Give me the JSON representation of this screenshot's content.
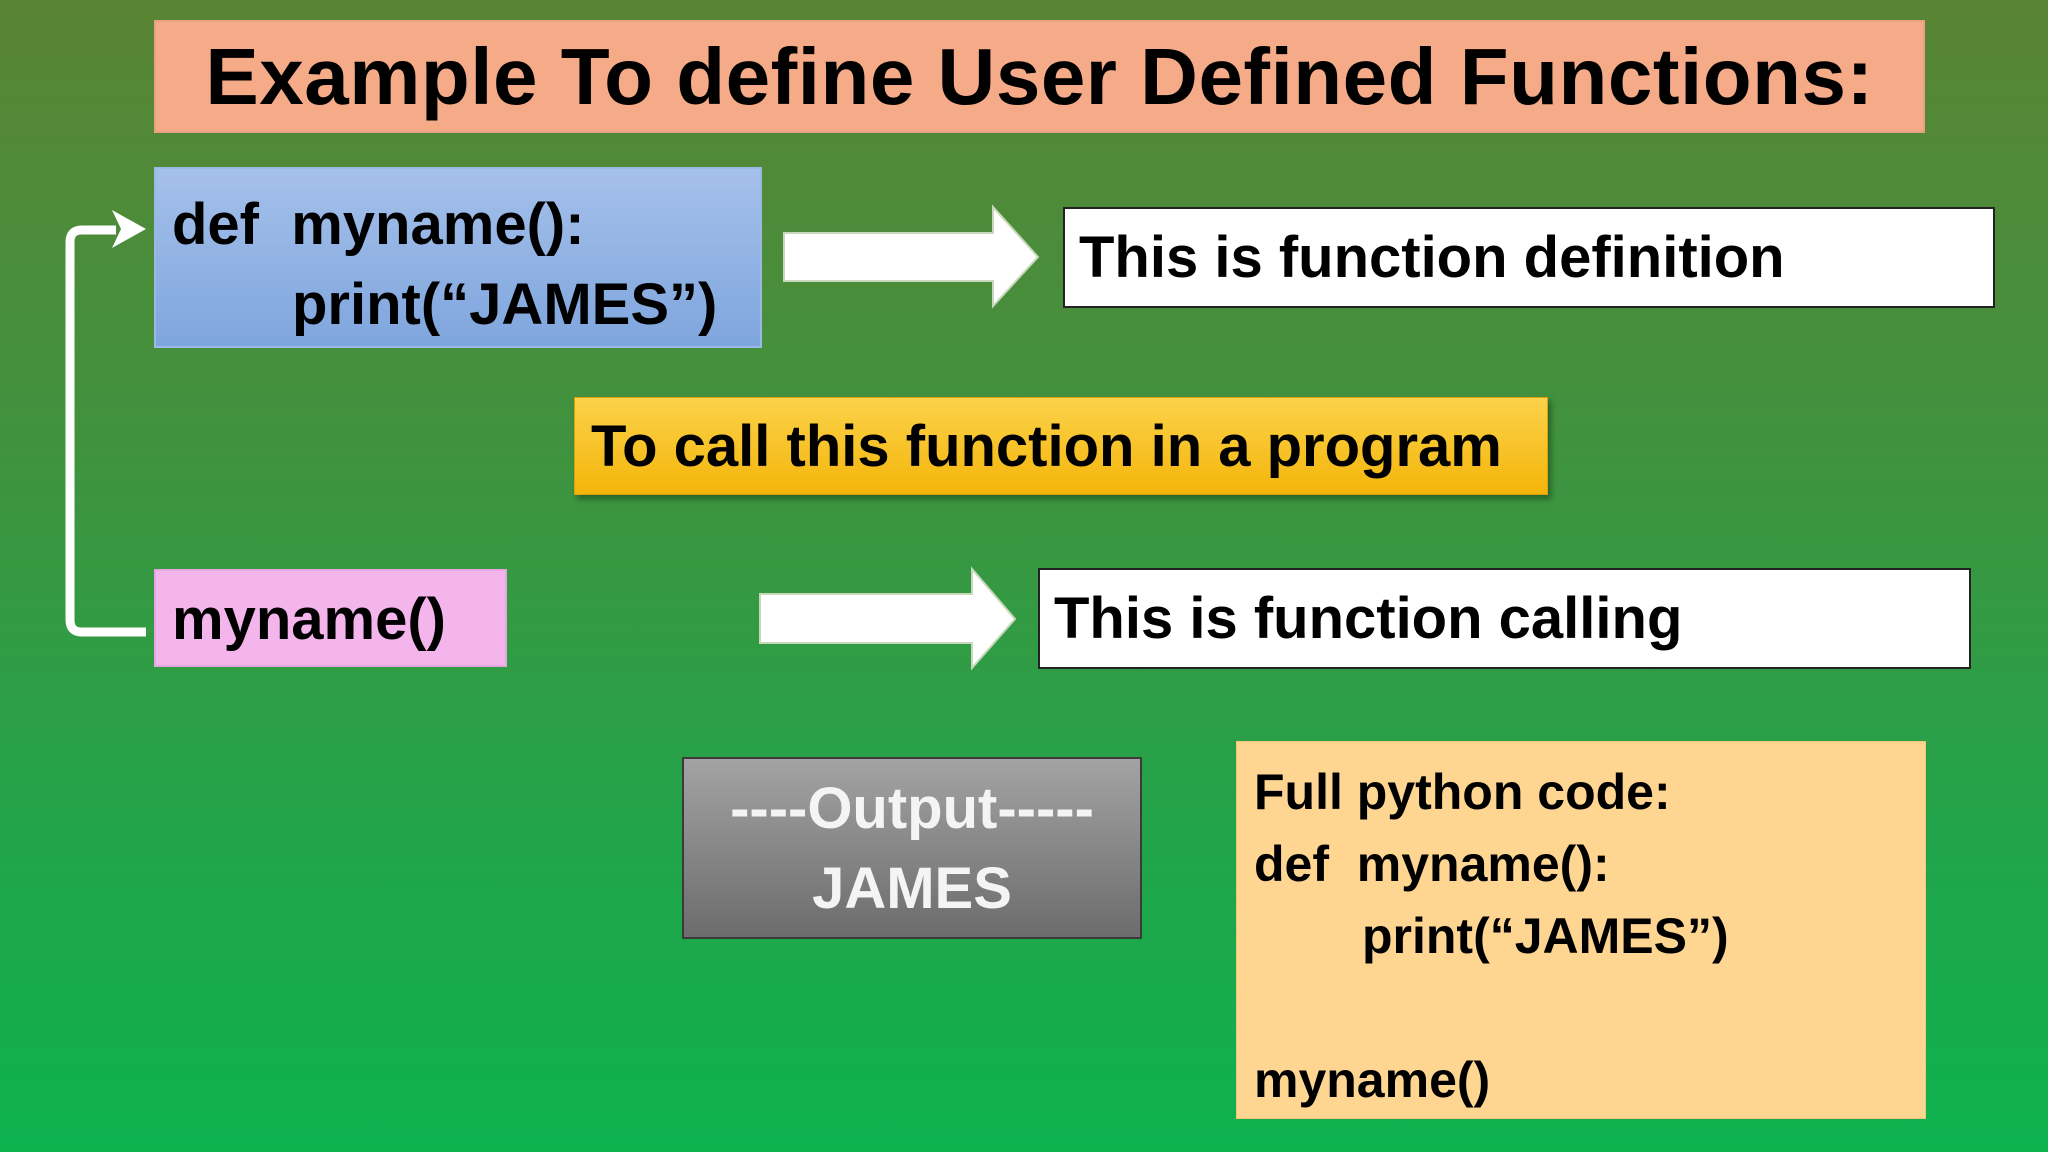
{
  "title": "Example To define User Defined Functions:",
  "definition_box": {
    "line1": "def  myname():",
    "line2": "print(“JAMES”)"
  },
  "definition_note": "This is function definition",
  "call_instruction": "To call this function in a program",
  "call_box": "myname()",
  "call_note": "This is function calling",
  "output_box": {
    "line1": "----Output-----",
    "line2": "JAMES"
  },
  "full_code_box": {
    "heading": "Full python code:",
    "line1": "def  myname():",
    "line2": "print(“JAMES”)",
    "line3": "myname()"
  },
  "colors": {
    "title_bg": "#f5aa88",
    "definition_bg": "#8fb1e3",
    "call_bg": "#f3b5ec",
    "instruction_bg": "#f7bf1e",
    "output_bg": "#8a8a8a",
    "full_code_bg": "#fed692",
    "arrows": "#ffffff"
  }
}
